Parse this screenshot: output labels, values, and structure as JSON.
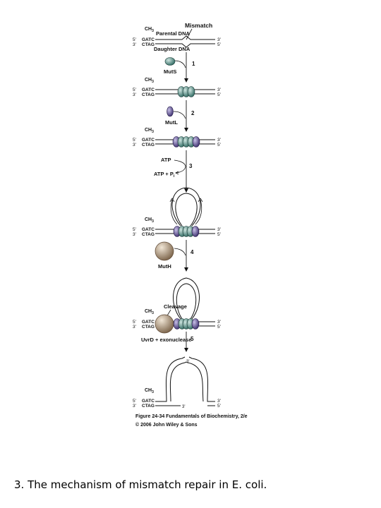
{
  "labels": {
    "mismatch": "Mismatch",
    "parental_dna": "Parental DNA",
    "daughter_dna": "Daughter DNA",
    "ch3": "CH",
    "ch3_sub": "3",
    "gatc": "GATC",
    "ctag": "CTAG",
    "five_prime": "5'",
    "three_prime": "3'",
    "muts": "MutS",
    "mutl": "MutL",
    "atp": "ATP",
    "atp_pi": "ATP + P",
    "atp_pi_sub": "i",
    "muth": "MutH",
    "cleavage": "Cleavage",
    "uvrd": "UvrD + exonuclease"
  },
  "steps": [
    "1",
    "2",
    "3",
    "4",
    "5"
  ],
  "credit": {
    "figure": "Figure 24-34  Fundamentals of Biochemistry, 2/e",
    "copyright": "© 2006 John Wiley & Sons"
  },
  "caption": "3. The mechanism of mismatch repair in E. coli.",
  "colors": {
    "muts": "#5a8f86",
    "mutl": "#5e4f8c",
    "muth": "#a88e70",
    "dna": "#111111"
  }
}
